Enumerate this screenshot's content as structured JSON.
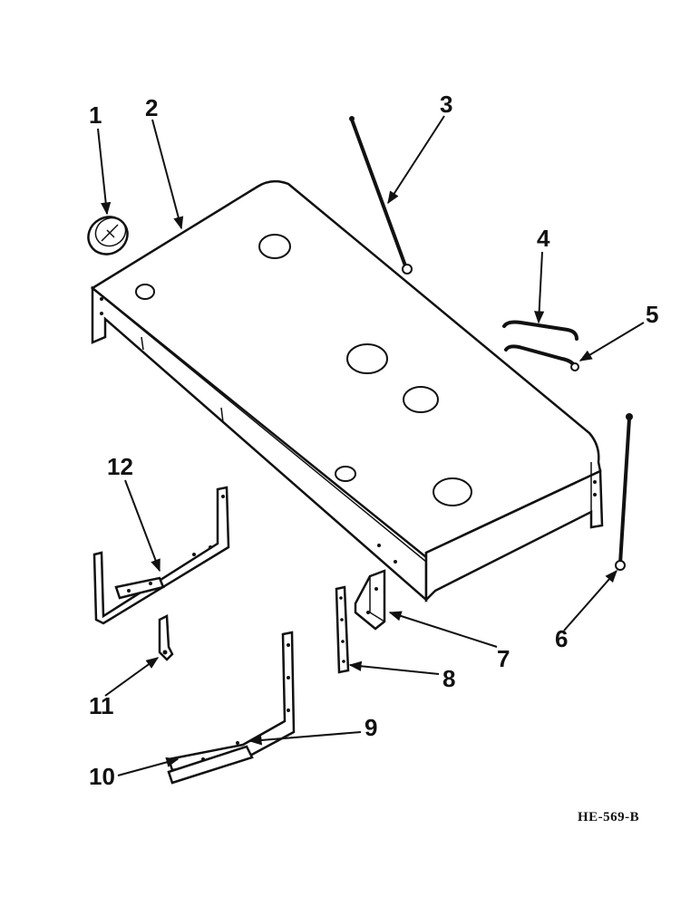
{
  "diagram": {
    "reference_code": "HE-569-B",
    "callouts": [
      {
        "id": "1",
        "label": "1"
      },
      {
        "id": "2",
        "label": "2"
      },
      {
        "id": "3",
        "label": "3"
      },
      {
        "id": "4",
        "label": "4"
      },
      {
        "id": "5",
        "label": "5"
      },
      {
        "id": "6",
        "label": "6"
      },
      {
        "id": "7",
        "label": "7"
      },
      {
        "id": "8",
        "label": "8"
      },
      {
        "id": "9",
        "label": "9"
      },
      {
        "id": "10",
        "label": "10"
      },
      {
        "id": "11",
        "label": "11"
      },
      {
        "id": "12",
        "label": "12"
      }
    ]
  }
}
